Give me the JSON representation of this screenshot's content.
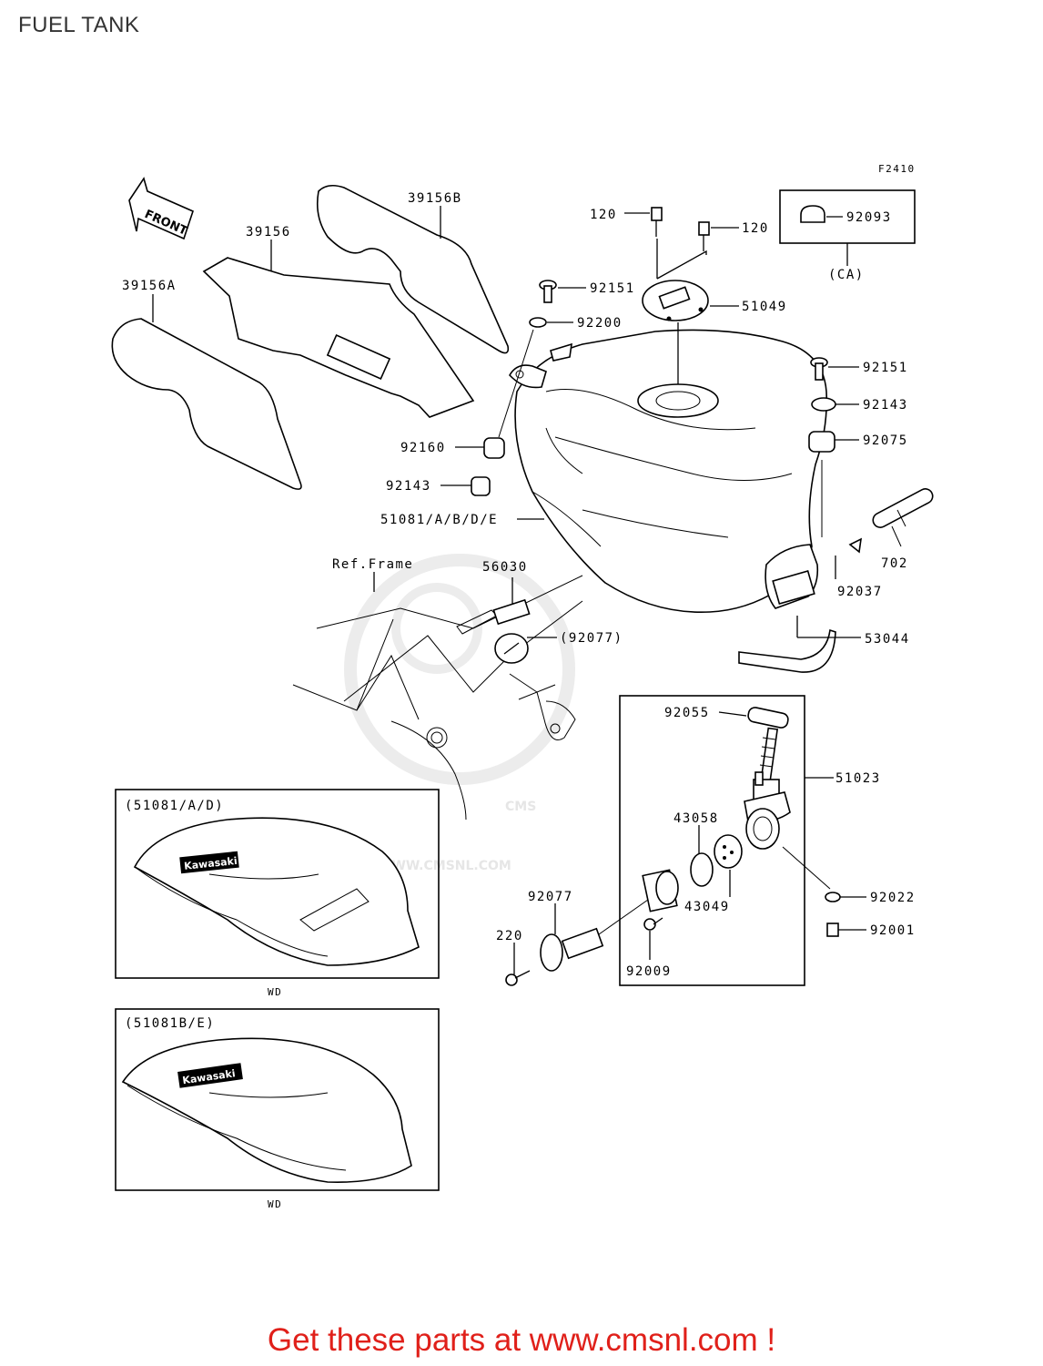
{
  "title": "FUEL TANK",
  "figure_code": "F2410",
  "front_label": "FRONT",
  "ref_frame_label": "Ref.Frame",
  "watermark": {
    "logo": "CMS",
    "url": "WWW.CMSNL.COM"
  },
  "decal_logo": "Kawasaki",
  "callouts": {
    "p39156B": "39156B",
    "p39156": "39156",
    "p39156A": "39156A",
    "p120a": "120",
    "p120b": "120",
    "p92093": "92093",
    "ca": "(CA)",
    "p92151a": "92151",
    "p51049": "51049",
    "p92200": "92200",
    "p92151b": "92151",
    "p92143a": "92143",
    "p92075": "92075",
    "p92160": "92160",
    "p92143b": "92143",
    "p51081": "51081/A/B/D/E",
    "p702": "702",
    "p92037": "92037",
    "p56030": "56030",
    "p92077a": "(92077)",
    "p53044": "53044",
    "p92055": "92055",
    "p51023": "51023",
    "p43058": "43058",
    "p43049": "43049",
    "p92077b": "92077",
    "p220": "220",
    "p92009": "92009",
    "p92022": "92022",
    "p92001": "92001"
  },
  "insets": [
    {
      "label": "(51081/A/D)",
      "sub": "WD"
    },
    {
      "label": "(51081B/E)",
      "sub": "WD"
    }
  ],
  "footer": "Get these parts at www.cmsnl.com !"
}
